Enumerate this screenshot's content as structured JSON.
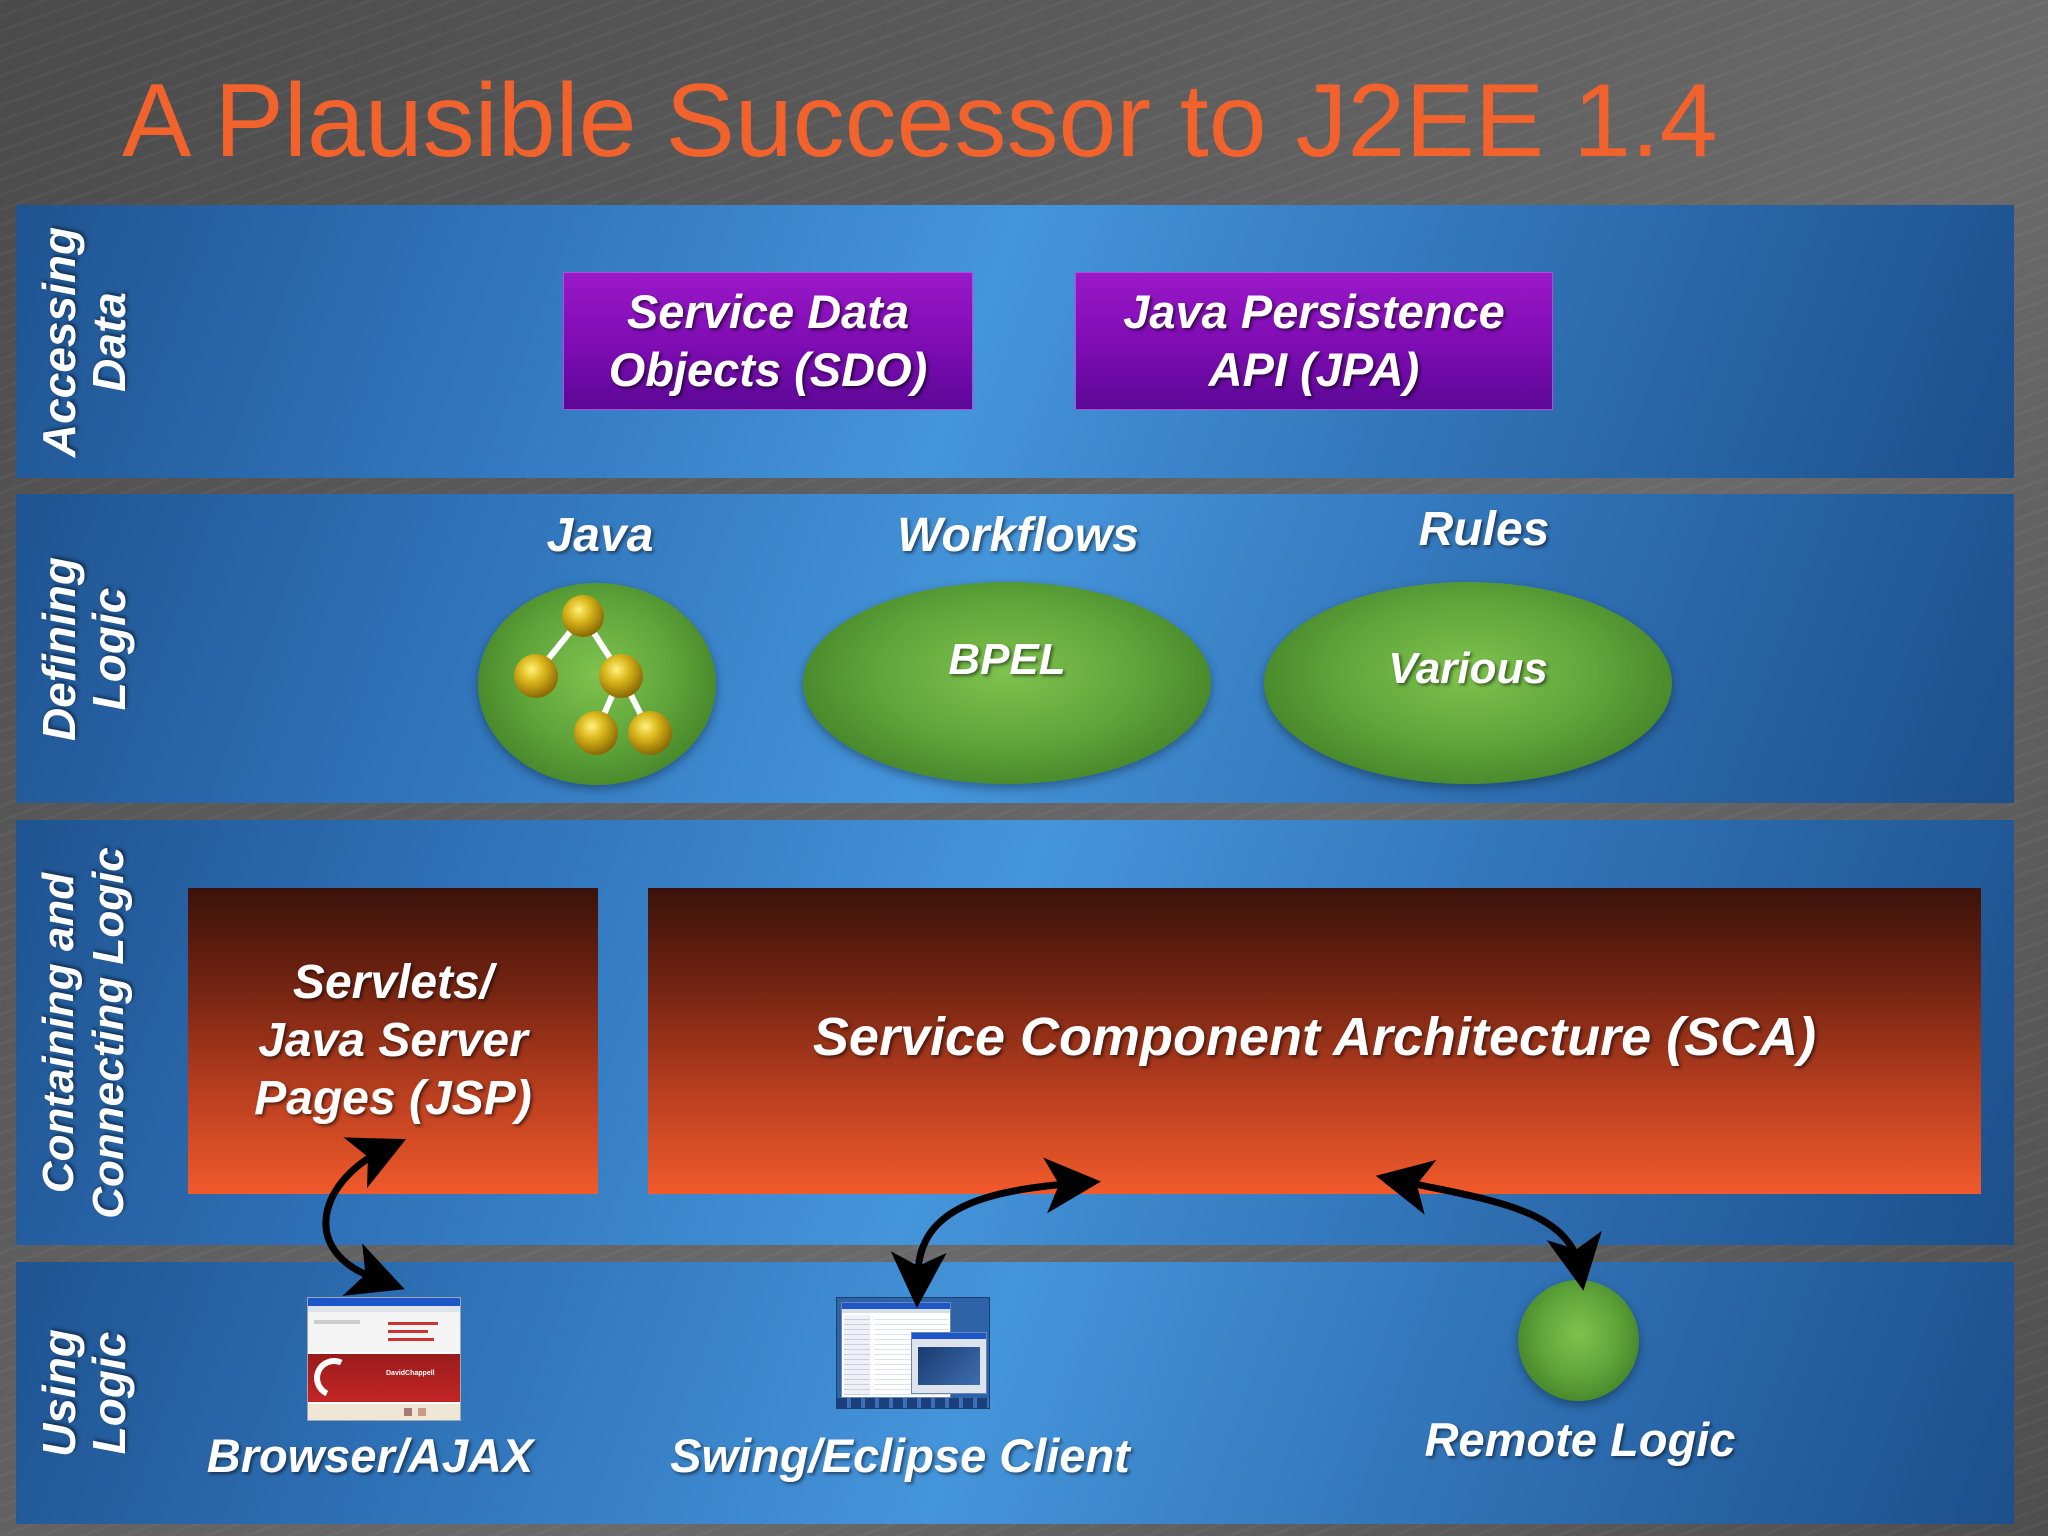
{
  "title": "A Plausible Successor to J2EE 1.4",
  "bands": {
    "accessing": {
      "label_line1": "Accessing",
      "label_line2": "Data"
    },
    "defining": {
      "label_line1": "Defining",
      "label_line2": "Logic"
    },
    "containing": {
      "label_line1": "Containing and",
      "label_line2": "Connecting Logic"
    },
    "using": {
      "label_line1": "Using",
      "label_line2": "Logic"
    }
  },
  "accessing_data": {
    "sdo": {
      "line1": "Service Data",
      "line2": "Objects (SDO)"
    },
    "jpa": {
      "line1": "Java Persistence",
      "line2": "API (JPA)"
    }
  },
  "defining_logic": {
    "java": {
      "heading": "Java"
    },
    "workflows": {
      "heading": "Workflows",
      "content": "BPEL"
    },
    "rules": {
      "heading": "Rules",
      "content": "Various"
    }
  },
  "containing_logic": {
    "servlets": {
      "line1": "Servlets/",
      "line2": "Java Server",
      "line3": "Pages (JSP)"
    },
    "sca": {
      "label": "Service Component Architecture (SCA)"
    }
  },
  "using_logic": {
    "browser": {
      "label": "Browser/AJAX",
      "thumb_text": "DavidChappell"
    },
    "swing": {
      "label": "Swing/Eclipse Client"
    },
    "remote": {
      "label": "Remote Logic"
    }
  },
  "colors": {
    "title": "#f2622d",
    "band_blue": "#3a86cf",
    "purple": "#7d0cb2",
    "green": "#5fa53a",
    "red_orange": "#f15a2b"
  }
}
